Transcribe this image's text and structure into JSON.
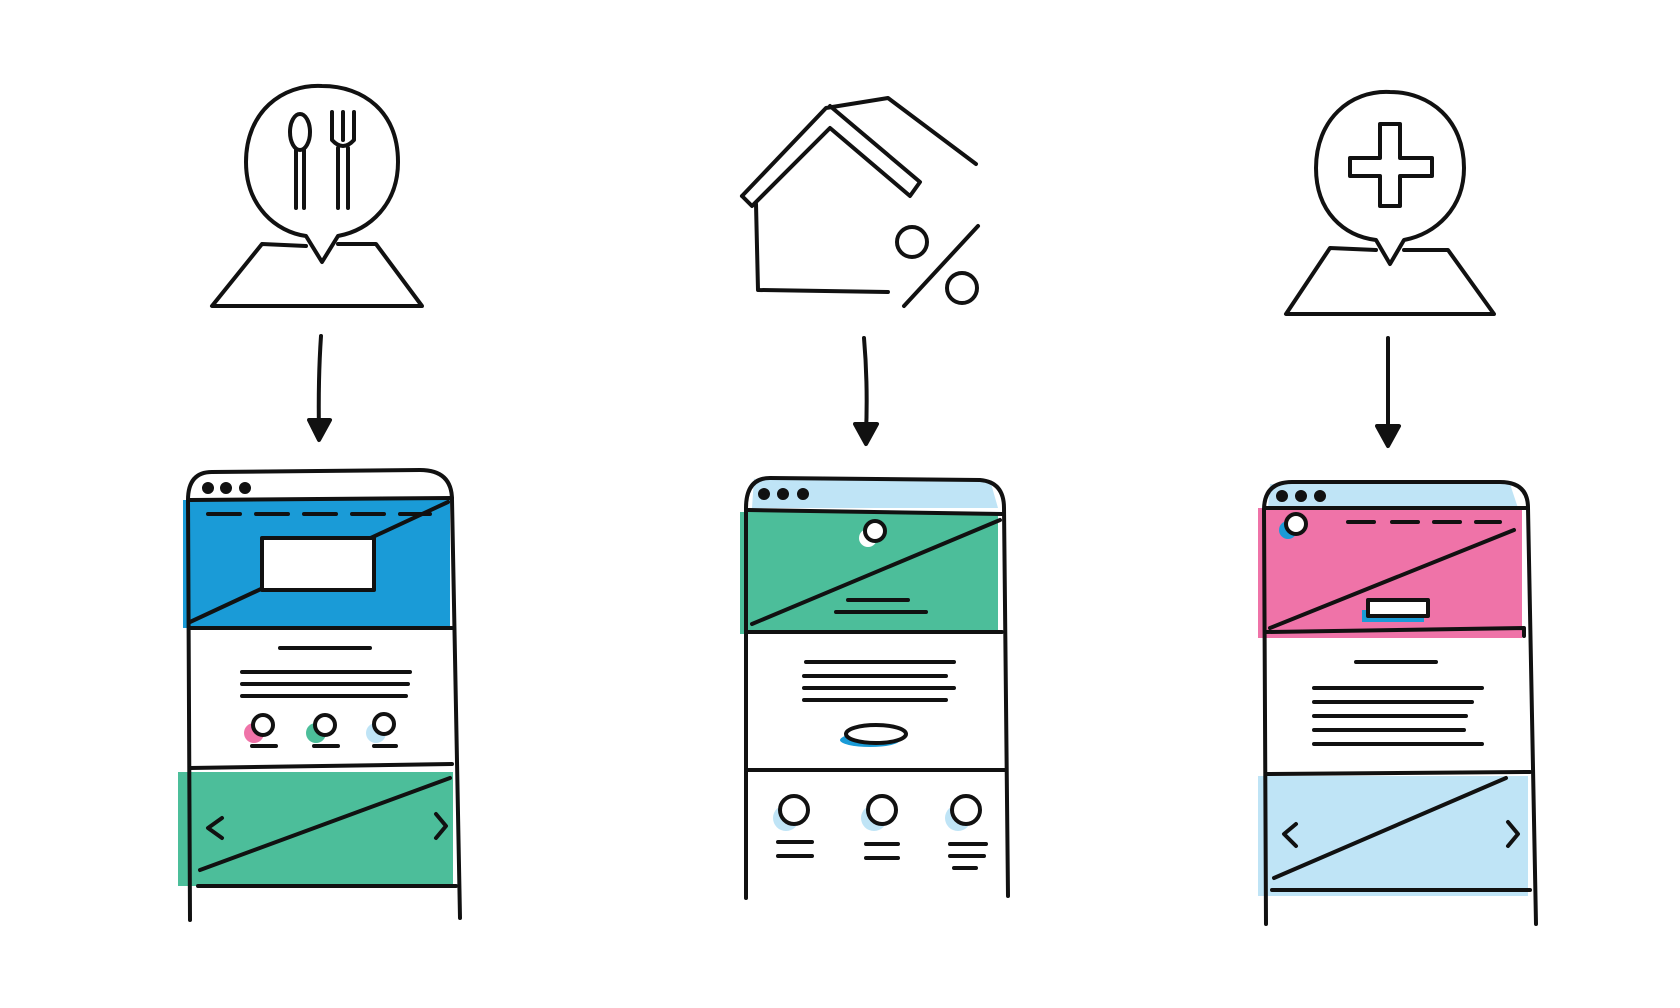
{
  "colors": {
    "ink": "#111111",
    "blue": "#1a9bd7",
    "green": "#4cbe9a",
    "pink": "#ef73a8",
    "light_blue": "#bfe4f6",
    "white": "#ffffff"
  },
  "columns": [
    {
      "id": "restaurant",
      "icon": "restaurant-person-icon",
      "arrow": "down-arrow-icon",
      "wireframe": "restaurant-website-wireframe",
      "hero_color": "blue",
      "footer_color": "green"
    },
    {
      "id": "real-estate",
      "icon": "house-percent-icon",
      "arrow": "down-arrow-icon",
      "wireframe": "real-estate-website-wireframe",
      "hero_color": "green",
      "footer_color": "white"
    },
    {
      "id": "medical",
      "icon": "medical-person-icon",
      "arrow": "down-arrow-icon",
      "wireframe": "medical-website-wireframe",
      "hero_color": "pink",
      "footer_color": "light_blue"
    }
  ]
}
